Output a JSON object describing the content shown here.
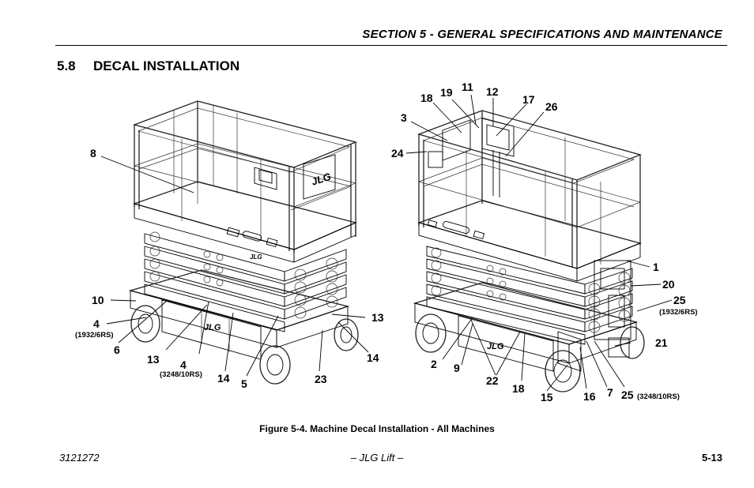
{
  "header": {
    "title": "SECTION 5 - GENERAL SPECIFICATIONS AND MAINTENANCE"
  },
  "section": {
    "number": "5.8",
    "title": "DECAL INSTALLATION"
  },
  "figure": {
    "caption": "Figure 5-4. Machine Decal Installation - All Machines",
    "logo_text": "JLG",
    "callouts_left": [
      "8",
      "10",
      "4",
      "(1932/6RS)",
      "6",
      "13",
      "4",
      "(3248/10RS)",
      "14",
      "5",
      "23",
      "13",
      "14"
    ],
    "callouts_right": [
      "18",
      "19",
      "11",
      "12",
      "17",
      "26",
      "3",
      "24",
      "1",
      "20",
      "25",
      "(1932/6RS)",
      "21",
      "2",
      "9",
      "22",
      "18",
      "15",
      "16",
      "7",
      "25",
      "(3248/10RS)"
    ]
  },
  "footer": {
    "doc_number": "3121272",
    "center": "– JLG Lift –",
    "page": "5-13"
  }
}
